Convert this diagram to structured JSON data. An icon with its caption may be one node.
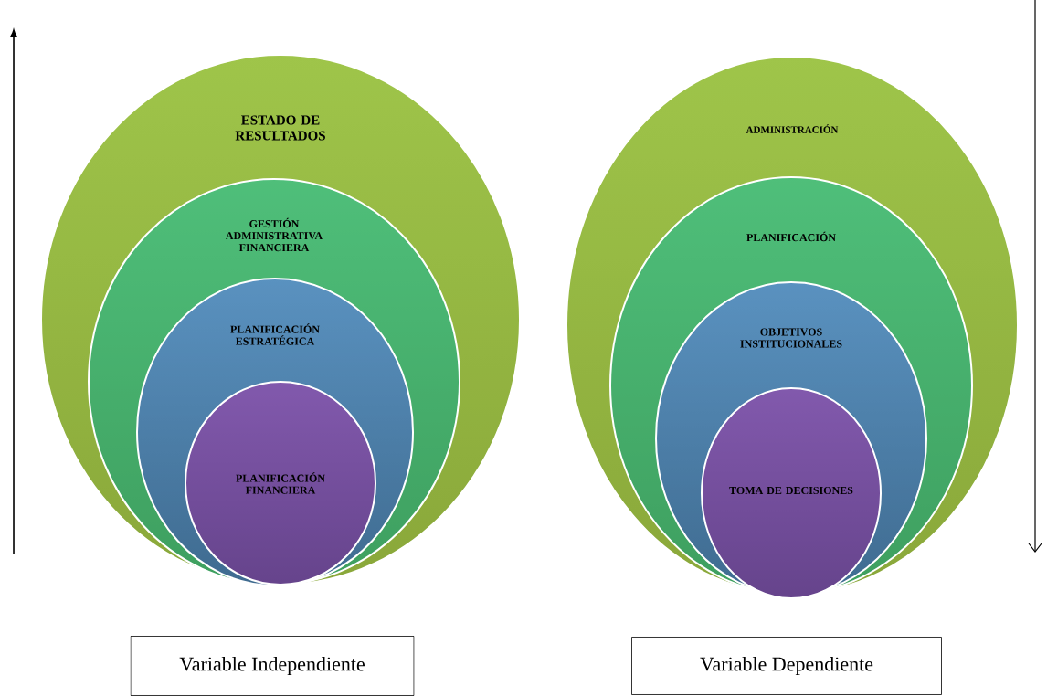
{
  "diagram": {
    "nodes": [
      {
        "text": [
          "ESTADO DE RESULTADOS"
        ]
      },
      {
        "text": [
          "GESTIÓN ADMINISTRATIVA FINANCIERA"
        ],
        "in": 0
      },
      {
        "text": [
          "PLANIFICACIÓN ESTRATÉGICA"
        ],
        "in": 1
      },
      {
        "text": [
          "PLANIFICACIÓN FINANCIERA"
        ],
        "in": 2
      },
      {
        "text": [
          "ADMINISTRACIÓN"
        ]
      },
      {
        "text": [
          "PLANIFICACIÓN"
        ],
        "in": 4
      },
      {
        "text": [
          "OBJETIVOS INSTITUCIONALES"
        ],
        "in": 5
      },
      {
        "text": [
          "TOMA DE DECISIONES"
        ],
        "in": 6
      },
      {
        "text": [
          "Variable Independiente"
        ]
      },
      {
        "text": [
          "Variable Dependiente"
        ]
      }
    ]
  }
}
